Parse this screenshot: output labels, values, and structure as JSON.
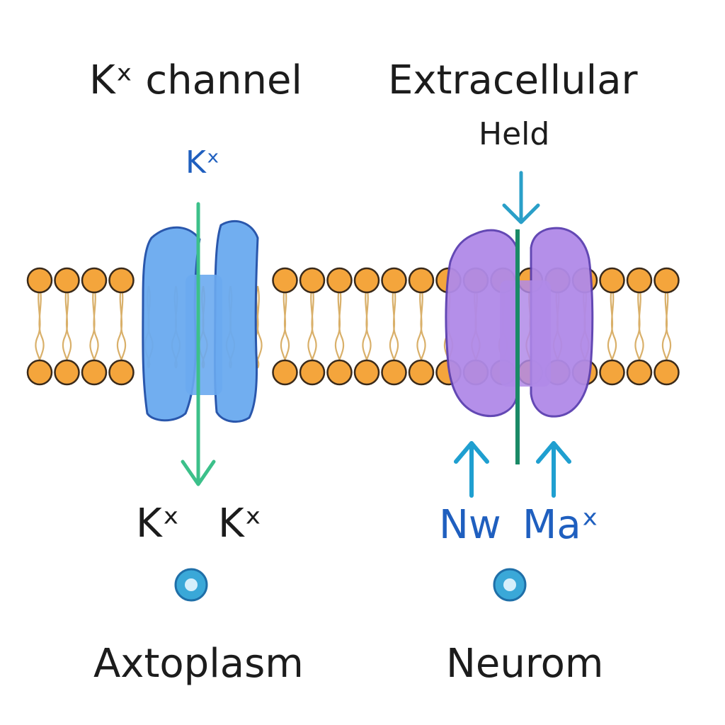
{
  "labels": {
    "k_channel_title": "Kˣ channel",
    "extracellular": "Extracellular",
    "held": "Held",
    "k_ion_top": "Kˣ",
    "k_ion_left": "Kˣ",
    "k_ion_right": "Kˣ",
    "nw_label": "Nw",
    "ma_label": "Maˣ",
    "axtoplasm": "Axtoplasm",
    "neurom": "Neurom"
  },
  "colors": {
    "head": "#f4a53c",
    "head_outline": "#3a2a1a",
    "tail": "#d9b06a",
    "k_channel_fill": "#6aaaf0",
    "k_channel_stroke": "#1f4fa8",
    "na_channel_fill": "#b08ae8",
    "na_channel_stroke": "#5b3fb0",
    "k_arrow": "#3cc08a",
    "held_arrow": "#2a9fc8",
    "na_line": "#1a8a66",
    "up_arrow": "#1f9fd0",
    "ion_dot": "#3aa8d8"
  }
}
